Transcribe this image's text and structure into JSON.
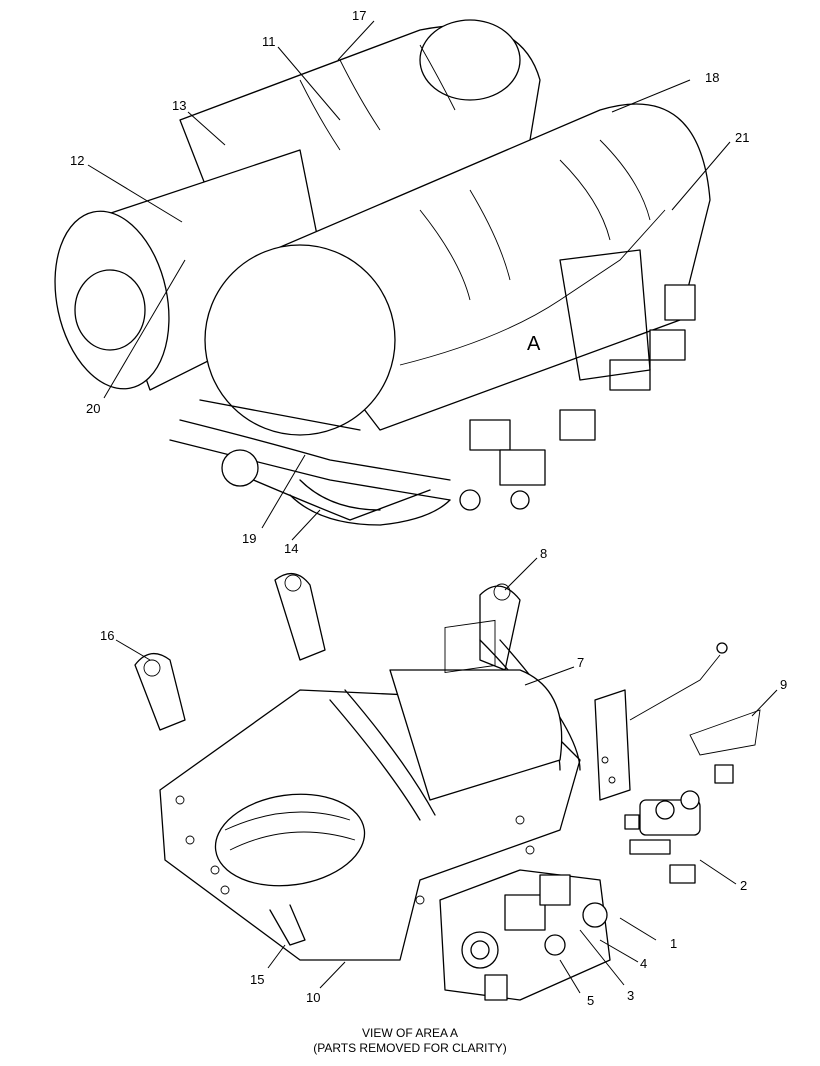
{
  "area_marker": "A",
  "callouts": [
    "17",
    "11",
    "18",
    "13",
    "21",
    "12",
    "20",
    "19",
    "14",
    "8",
    "16",
    "7",
    "9",
    "2",
    "1",
    "4",
    "3",
    "5",
    "15",
    "10"
  ],
  "caption": {
    "line1": "VIEW OF AREA  A",
    "line2": "(PARTS REMOVED FOR CLARITY)"
  }
}
